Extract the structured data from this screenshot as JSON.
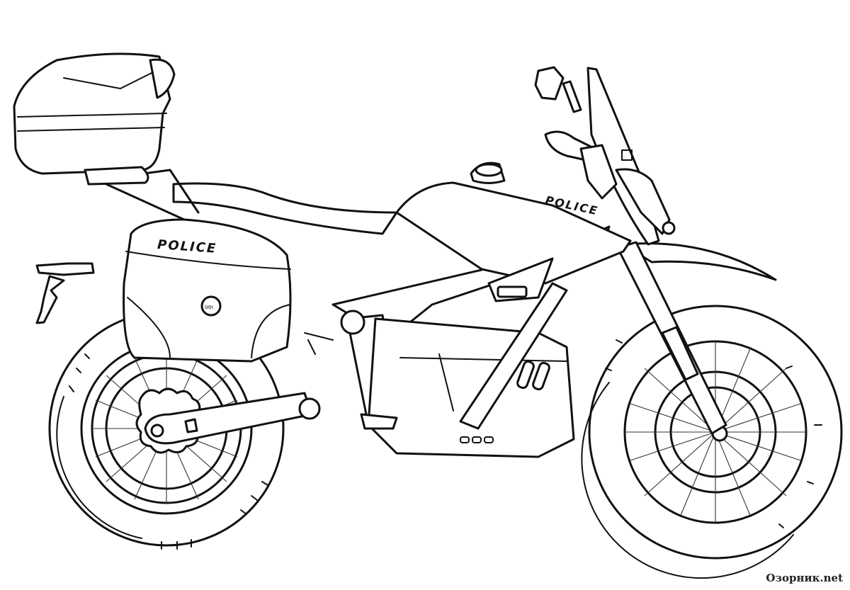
{
  "image": {
    "kind": "coloring-page",
    "subject": "police motorcycle line art",
    "background_color": "#ffffff",
    "line_color": "#111111"
  },
  "labels": {
    "side_case_text": "POLICE",
    "fairing_text": "POLICE",
    "badge_text": "oʊı"
  },
  "watermark": {
    "text": "Озорник.net"
  }
}
